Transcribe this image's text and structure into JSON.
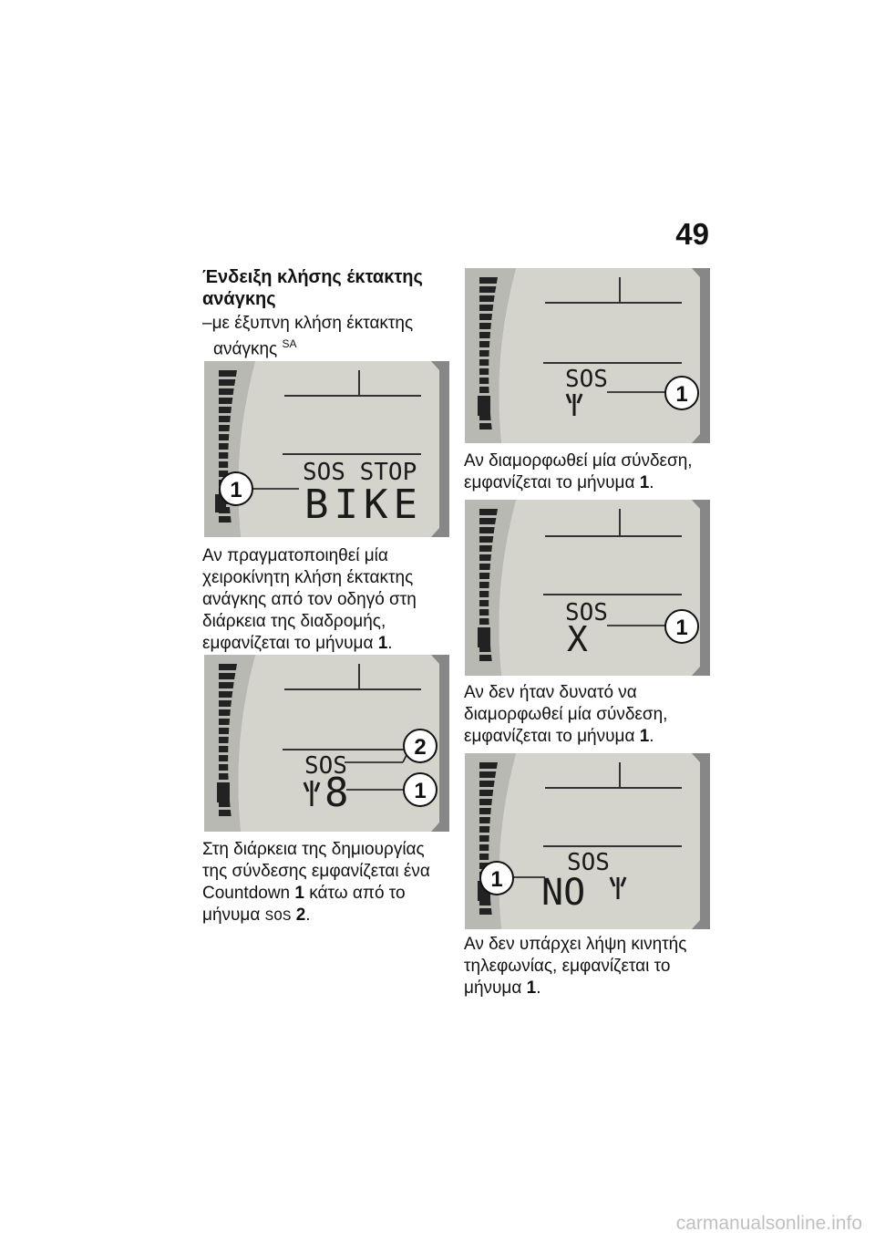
{
  "page_number": "49",
  "heading": "Ένδειξη κλήσης έκτακτης ανάγκης",
  "equipment": {
    "dash": "–",
    "line1": "με έξυπνη κλήση έκτακτης",
    "line2": "ανάγκης",
    "sup": "SA"
  },
  "left_column": {
    "fig1": {
      "top_text": "SOS STOP",
      "main_text": "BIKE",
      "callout": "1"
    },
    "p1": {
      "text": "Αν πραγματοποιηθεί μία χειροκίνητη κλήση έκτακτης ανάγκης από τον οδηγό στη διάρκεια της διαδρομής, εμφανίζεται το μήνυμα ",
      "ref": "1",
      "end": "."
    },
    "fig2": {
      "top_text": "SOS",
      "main_text": "8",
      "callout_a": "2",
      "callout_b": "1"
    },
    "p2": {
      "text": "Στη διάρκεια της δημιουργίας της σύνδεσης εμφανίζεται ένα Countdown ",
      "ref1": "1",
      "mid": " κάτω από το μήνυμα ",
      "code": "SOS",
      "ref2": "2",
      "end": "."
    }
  },
  "right_column": {
    "fig3": {
      "top_text": "SOS",
      "callout": "1"
    },
    "p3": {
      "text": "Αν διαμορφωθεί μία σύνδεση, εμφανίζεται το μήνυμα ",
      "ref": "1",
      "end": "."
    },
    "fig4": {
      "top_text": "SOS",
      "main_text": "X",
      "callout": "1"
    },
    "p4": {
      "text": "Αν δεν ήταν δυνατό να διαμορφωθεί μία σύνδεση, εμφανίζεται το μήνυμα ",
      "ref": "1",
      "end": "."
    },
    "fig5": {
      "top_text": "SOS",
      "main_text": "NO",
      "callout": "1"
    },
    "p5": {
      "text": "Αν δεν υπάρχει λήψη κινητής τηλεφωνίας, εμφανίζεται το μήνυμα ",
      "ref": "1",
      "end": "."
    }
  },
  "watermark": "carmanualsonline.info",
  "colors": {
    "lcd_background": "#d4d4cc",
    "lcd_segment": "#1a1a1a",
    "frame": "#878787"
  }
}
